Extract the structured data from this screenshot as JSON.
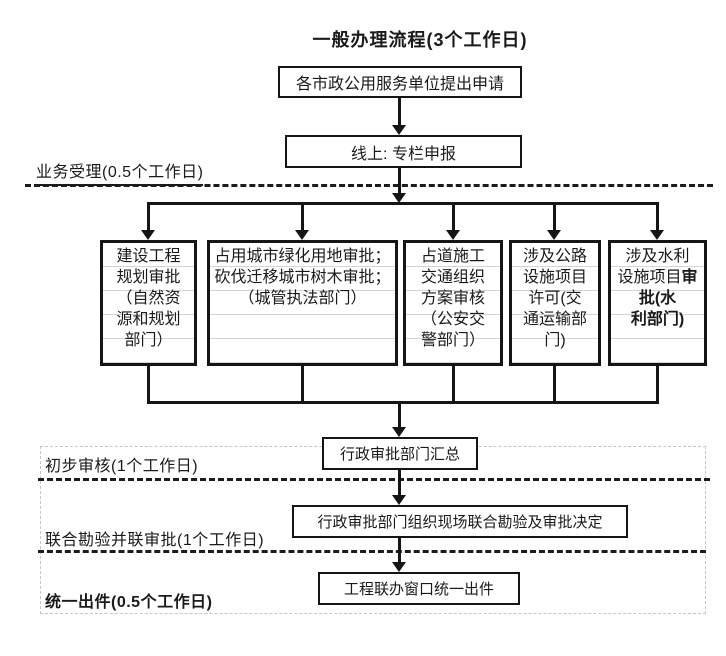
{
  "title": "一般办理流程(3个工作日)",
  "flow": {
    "apply": "各市政公用服务单位提出申请",
    "online": "线上: 专栏申报",
    "summary": "行政审批部门汇总",
    "joint_inspection": "行政审批部门组织现场联合勘验及审批决定",
    "issue": "工程联办窗口统一出件"
  },
  "branches": [
    {
      "text": "建设工程\n规划审批\n（自然资\n源和规划\n部门）"
    },
    {
      "text": "占用城市绿化用地审批；\n砍伐迁移城市树木审批；\n（城管执法部门）"
    },
    {
      "text": "占道施工\n交通组织\n方案审核\n（公安交\n警部门）"
    },
    {
      "text": "涉及公路\n设施项目\n许可(交\n通运输部\n门)"
    },
    {
      "text_normal": "涉及水利\n设施项目",
      "text_bold": "审批(水\n利部门)"
    }
  ],
  "stages": [
    {
      "label": "业务受理(0.5个工作日)"
    },
    {
      "label": "初步审核(1个工作日)"
    },
    {
      "label": "联合勘验并联审批(1个工作日)"
    },
    {
      "label": "统一出件(0.5个工作日)"
    }
  ],
  "colors": {
    "ink": "#1a1a1a",
    "faint_line": "#c6c6c6"
  }
}
